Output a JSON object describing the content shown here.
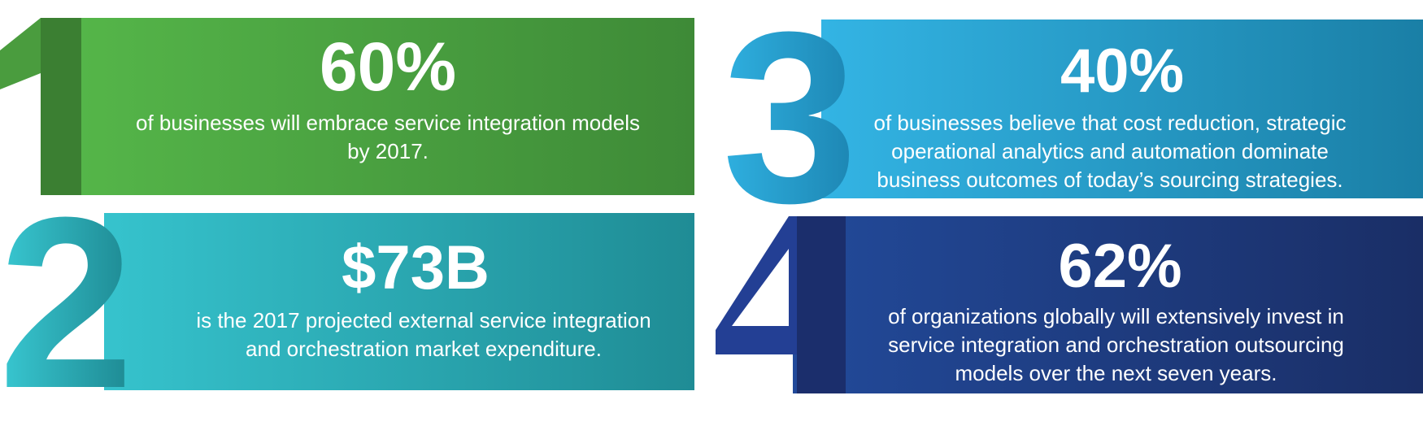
{
  "panels": [
    {
      "number": "1",
      "stat": "60%",
      "lines": [
        "of businesses will embrace service integration models",
        "by 2017."
      ],
      "colors": {
        "start": "#56b84a",
        "end": "#3e8a37",
        "numeral": "#4a9c3e",
        "numeral_dark": "#3b7f32"
      }
    },
    {
      "number": "2",
      "stat": "$73B",
      "lines": [
        "is the 2017 projected external service integration",
        "and orchestration market expenditure."
      ],
      "colors": {
        "start": "#36c3cd",
        "end": "#1f8c95",
        "numeral": "#33bfca",
        "numeral_dark": "#1e8a93"
      }
    },
    {
      "number": "3",
      "stat": "40%",
      "lines": [
        "of businesses believe that cost reduction, strategic",
        "operational analytics and automation dominate",
        "business outcomes of today’s sourcing strategies."
      ],
      "colors": {
        "start": "#33b4e4",
        "end": "#1a7fa6",
        "numeral": "#2aa6d8",
        "numeral_dark": "#1f8ab8"
      }
    },
    {
      "number": "4",
      "stat": "62%",
      "lines": [
        "of organizations globally will extensively  invest in",
        "service integration and orchestration outsourcing",
        "models over the next seven years."
      ],
      "colors": {
        "start": "#224a9a",
        "end": "#1a2e66",
        "numeral": "#233f94",
        "numeral_dark": "#1b2e6c"
      }
    }
  ]
}
